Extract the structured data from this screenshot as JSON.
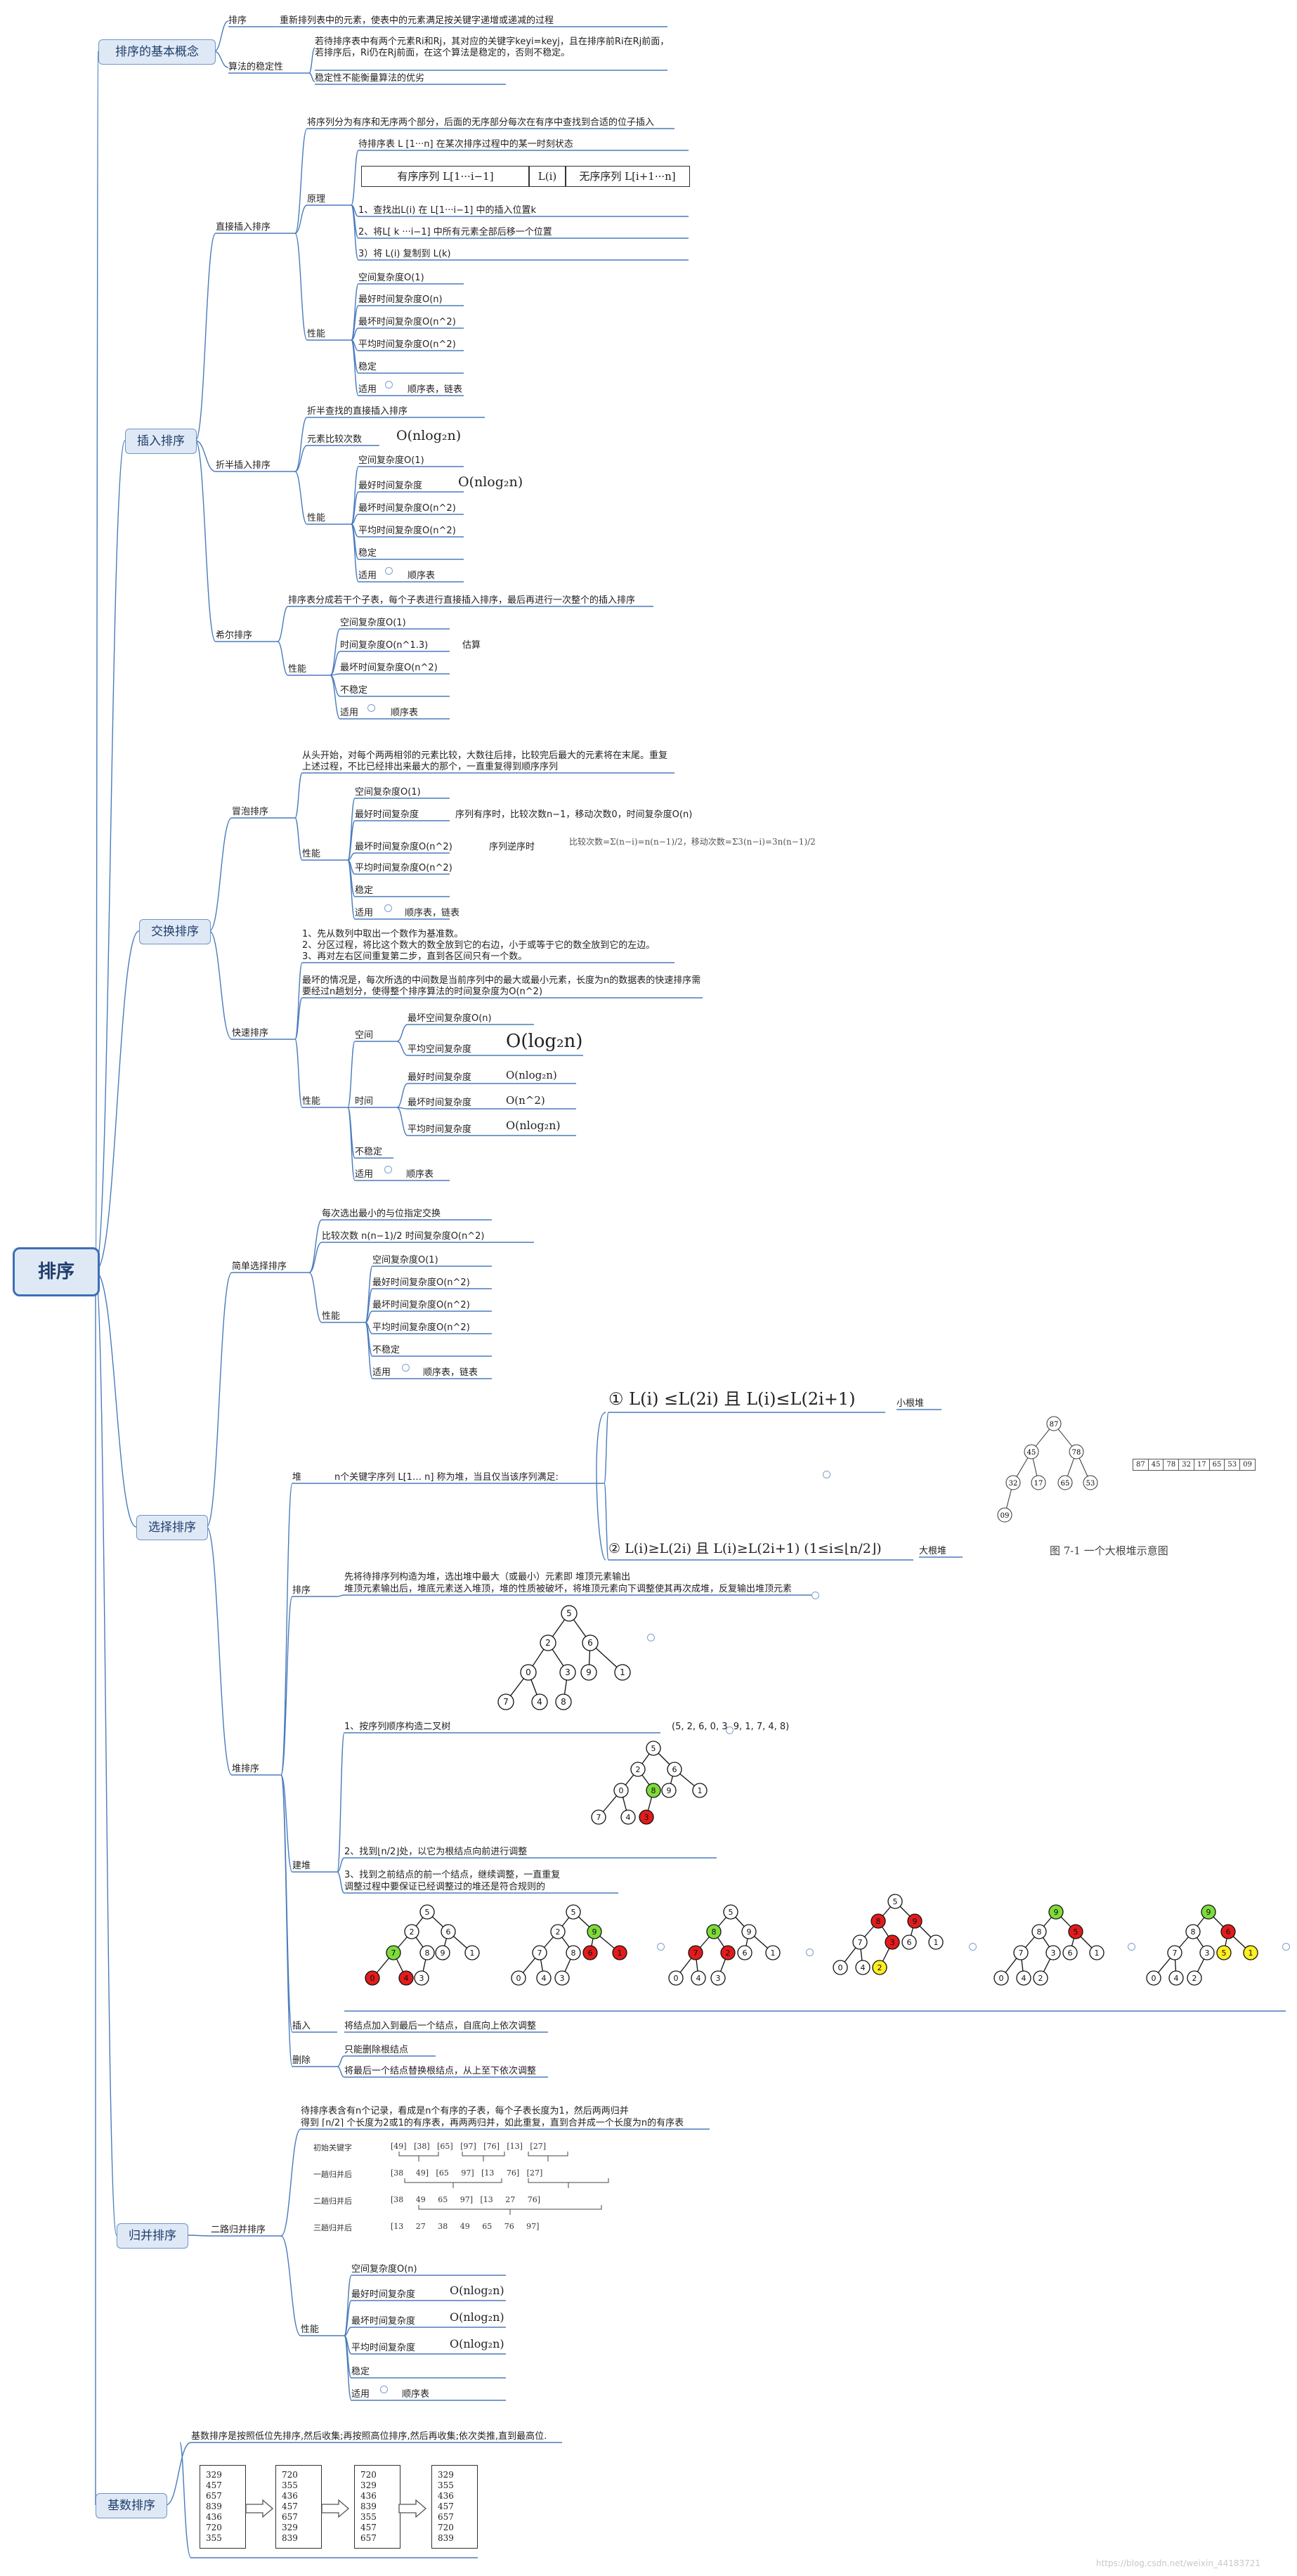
{
  "root": "排序",
  "sections": {
    "basic": {
      "title": "排序的基本概念",
      "sort_label": "排序",
      "sort_def": "重新排列表中的元素，使表中的元素满足按关键字递增或递减的过程",
      "stability_label": "算法的稳定性",
      "stability_def": "若待排序表中有两个元素Ri和Rj，其对应的关键字keyi=keyj，且在排序前Ri在Rj前面，若排序后，Ri仍在Rj前面，在这个算法是稳定的，否则不稳定。",
      "stability_note": "稳定性不能衡量算法的优劣"
    },
    "insert": {
      "title": "插入排序",
      "direct": {
        "label": "直接插入排序",
        "desc": "将序列分为有序和无序两个部分，后面的无序部分每次在有序中查找到合适的位子插入",
        "principle_label": "原理",
        "state": "待排序表 L [1···n] 在某次排序过程中的某一时刻状态",
        "box1": "有序序列 L[1···i−1]",
        "box2": "L(i)",
        "box3": "无序序列 L[i+1···n]",
        "step1": "1、查找出L(i) 在 L[1···i−1] 中的插入位置k",
        "step2": "2、将L[ k ···i−1] 中所有元素全部后移一个位置",
        "step3": "3）将 L(i) 复制到 L(k)",
        "perf_label": "性能",
        "space": "空间复杂度O(1)",
        "best": "最好时间复杂度O(n)",
        "worst": "最坏时间复杂度O(n^2)",
        "avg": "平均时间复杂度O(n^2)",
        "stable": "稳定",
        "apply_label": "适用",
        "apply": "顺序表，链表"
      },
      "binary": {
        "label": "折半插入排序",
        "desc": "折半查找的直接插入排序",
        "cmp_label": "元素比较次数",
        "cmp_val": "O(nlog₂n)",
        "perf_label": "性能",
        "space": "空间复杂度O(1)",
        "best_label": "最好时间复杂度",
        "best_val": "O(nlog₂n)",
        "worst": "最坏时间复杂度O(n^2)",
        "avg": "平均时间复杂度O(n^2)",
        "stable": "稳定",
        "apply_label": "适用",
        "apply": "顺序表"
      },
      "shell": {
        "label": "希尔排序",
        "desc": "排序表分成若干个子表，每个子表进行直接插入排序，最后再进行一次整个的插入排序",
        "perf_label": "性能",
        "space": "空间复杂度O(1)",
        "time": "时间复杂度O(n^1.3)",
        "estimate": "估算",
        "worst": "最坏时间复杂度O(n^2)",
        "stable": "不稳定",
        "apply_label": "适用",
        "apply": "顺序表"
      }
    },
    "swap": {
      "title": "交换排序",
      "bubble": {
        "label": "冒泡排序",
        "desc": "从头开始，对每个两两相邻的元素比较，大数往后排，比较完后最大的元素将在末尾。重复上述过程，不比已经排出来最大的那个，一直重复得到顺序序列",
        "perf_label": "性能",
        "space": "空间复杂度O(1)",
        "best_label": "最好时间复杂度",
        "best_note": "序列有序时，比较次数n−1，移动次数0，时间复杂度O(n)",
        "worst_label": "最坏时间复杂度O(n^2)",
        "worst_note": "序列逆序时",
        "worst_formula": "比较次数=Σ(n−i)=n(n−1)/2，移动次数=Σ3(n−i)=3n(n−1)/2",
        "avg": "平均时间复杂度O(n^2)",
        "stable": "稳定",
        "apply_label": "适用",
        "apply": "顺序表，链表"
      },
      "quick": {
        "label": "快速排序",
        "step1": "1、先从数列中取出一个数作为基准数。",
        "step2": "2、分区过程，将比这个数大的数全放到它的右边，小于或等于它的数全放到它的左边。",
        "step3": "3、再对左右区间重复第二步，直到各区间只有一个数。",
        "worst_case": "最坏的情况是，每次所选的中间数是当前序列中的最大或最小元素，长度为n的数据表的快速排序需要经过n趟划分，使得整个排序算法的时间复杂度为O(n^2)",
        "perf_label": "性能",
        "space_label": "空间",
        "space_worst": "最坏空间复杂度O(n)",
        "space_avg_label": "平均空间复杂度",
        "space_avg_val": "O(log₂n)",
        "time_label": "时间",
        "time_best_label": "最好时间复杂度",
        "time_best_val": "O(nlog₂n)",
        "time_worst_label": "最坏时间复杂度",
        "time_worst_val": "O(n^2)",
        "time_avg_label": "平均时间复杂度",
        "time_avg_val": "O(nlog₂n)",
        "stable": "不稳定",
        "apply_label": "适用",
        "apply": "顺序表"
      }
    },
    "select": {
      "title": "选择排序",
      "simple": {
        "label": "简单选择排序",
        "desc": "每次选出最小的与位指定交换",
        "cmp": "比较次数 n(n−1)/2  时间复杂度O(n^2)",
        "perf_label": "性能",
        "space": "空间复杂度O(1)",
        "best": "最好时间复杂度O(n^2)",
        "worst": "最坏时间复杂度O(n^2)",
        "avg": "平均时间复杂度O(n^2)",
        "stable": "不稳定",
        "apply_label": "适用",
        "apply": "顺序表，链表"
      },
      "heap": {
        "label": "堆排序",
        "heap_label": "堆",
        "heap_def": "n个关键字序列 L[1… n] 称为堆，当且仅当该序列满足:",
        "cond1": "①  L(i) ≤L(2i)  且 L(i)≤L(2i+1)",
        "cond1_tag": "小根堆",
        "cond2": "②  L(i)≥L(2i)  且 L(i)≥L(2i+1)    (1≤i≤⌊n/2⌋)",
        "cond2_tag": "大根堆",
        "fig_caption": "图 7-1   一个大根堆示意图",
        "heap_array": [
          "87",
          "45",
          "78",
          "32",
          "17",
          "65",
          "53",
          "09"
        ],
        "sort_label": "排序",
        "sort_desc": "先将待排序列构造为堆，选出堆中最大（或最小）元素即 堆顶元素输出\n堆顶元素输出后，堆底元素送入堆顶，堆的性质被破坏，将堆顶元素向下调整使其再次成堆，反复输出堆顶元素",
        "build_label": "建堆",
        "build1": "1、按序列顺序构造二叉树",
        "build1_seq": "(5, 2, 6, 0, 3, 9, 1, 7, 4, 8)",
        "build2": "2、找到⌊n/2⌋处，以它为根结点向前进行调整",
        "build3": "3、找到之前结点的前一个结点，继续调整，一直重复\n调整过程中要保证已经调整过的堆还是符合规则的",
        "insert_label": "插入",
        "insert_desc": "将结点加入到最后一个结点，自底向上依次调整",
        "delete_label": "删除",
        "delete1": "只能删除根结点",
        "delete2": "将最后一个结点替换根结点，从上至下依次调整"
      }
    },
    "merge": {
      "title": "归并排序",
      "label": "二路归并排序",
      "desc": "待排序表含有n个记录，看成是n个有序的子表，每个子表长度为1，然后两两归并\n得到 ⌈n/2⌉ 个长度为2或1的有序表，再两两归并，如此重复，直到合并成一个长度为n的有序表",
      "rows": [
        {
          "label": "初始关键字",
          "vals": "[49]   [38]   [65]   [97]   [76]   [13]   [27]"
        },
        {
          "label": "一趟归并后",
          "vals": "[38     49]   [65     97]   [13     76]   [27]"
        },
        {
          "label": "二趟归并后",
          "vals": "[38     49     65     97]   [13     27     76]"
        },
        {
          "label": "三趟归并后",
          "vals": "[13     27     38     49     65     76     97]"
        }
      ],
      "perf_label": "性能",
      "space": "空间复杂度O(n)",
      "best_label": "最好时间复杂度",
      "best_val": "O(nlog₂n)",
      "worst_label": "最坏时间复杂度",
      "worst_val": "O(nlog₂n)",
      "avg_label": "平均时间复杂度",
      "avg_val": "O(nlog₂n)",
      "stable": "稳定",
      "apply_label": "适用",
      "apply": "顺序表"
    },
    "radix": {
      "title": "基数排序",
      "desc": "基数排序是按照低位先排序,然后收集;再按照高位排序,然后再收集;依次类推,直到最高位.",
      "cols": [
        "329\n457\n657\n839\n436\n720\n355",
        "720\n355\n436\n457\n657\n329\n839",
        "720\n329\n436\n839\n355\n457\n657",
        "329\n355\n436\n457\n657\n720\n839"
      ]
    }
  },
  "trees": {
    "initial": [
      "5",
      "2",
      "6",
      "0",
      "3",
      "9",
      "1",
      "7",
      "4",
      "8"
    ],
    "step_seq_label": "(5, 2, 6, 0, 3, 9, 1, 7, 4, 8)"
  },
  "colors": {
    "line": "#4a7bbd",
    "node_fill": "#ffffff",
    "green": "#7ddb3a",
    "red": "#e21b1b",
    "yellow": "#ffee22",
    "topic_fill": "#dfe9f6"
  },
  "watermark": "https://blog.csdn.net/weixin_44183721"
}
